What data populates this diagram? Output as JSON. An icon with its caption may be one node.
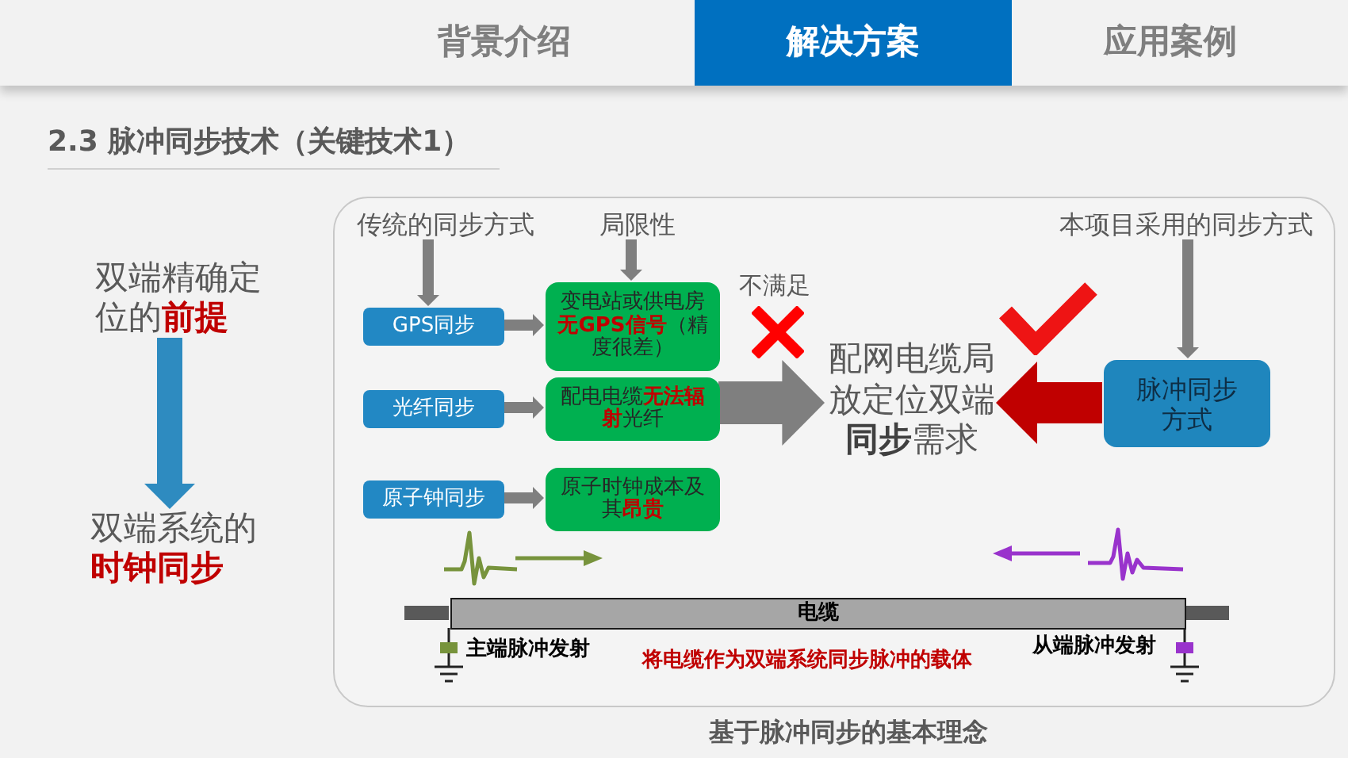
{
  "diagram": {
    "title": "2.3 脉冲同步技术（关键技术1）",
    "caption": "基于脉冲同步的基本理念",
    "nodes": [
      {
        "text": [],
        "shape": "box"
      },
      {
        "text": [
          "双端精确定位的**前提**"
        ]
      },
      {
        "text": [
          "双端系统的**时钟同步**"
        ]
      },
      {
        "text": [
          "传统的同步方式"
        ],
        "in": 0
      },
      {
        "text": [
          "局限性"
        ],
        "in": 0
      },
      {
        "text": [
          "GPS同步"
        ],
        "in": 0
      },
      {
        "text": [
          "变电站或供电房**无GPS信号**（精度很差）"
        ],
        "in": 0
      },
      {
        "text": [
          "光纤同步"
        ],
        "in": 0
      },
      {
        "text": [
          "配电电缆**无法辐射**光纤"
        ],
        "in": 0
      },
      {
        "text": [
          "原子钟同步"
        ],
        "in": 0
      },
      {
        "text": [
          "原子时钟成本及其**昂贵**"
        ],
        "in": 0
      },
      {
        "text": [
          "配网电缆局放定位双端**同步**需求"
        ],
        "in": 0
      },
      {
        "text": [
          "本项目采用的同步方式"
        ],
        "in": 0
      },
      {
        "text": [
          "脉冲同步方式"
        ],
        "in": 0
      },
      {
        "text": [
          "电缆"
        ],
        "in": 0
      }
    ],
    "edges": [
      {
        "from": 1,
        "to": 2,
        "arrow": "to",
        "style": "thick",
        "color": "#2e8bc0"
      },
      {
        "from": 3,
        "to": 5,
        "arrow": "to"
      },
      {
        "from": 4,
        "to": 6,
        "arrow": "to"
      },
      {
        "from": 5,
        "to": 6,
        "arrow": "to"
      },
      {
        "from": 7,
        "to": 8,
        "arrow": "to"
      },
      {
        "from": 9,
        "to": 10,
        "arrow": "to"
      },
      {
        "from": 8,
        "to": 11,
        "arrow": "to",
        "style": "thick"
      },
      {
        "from": 12,
        "to": 13,
        "arrow": "to"
      },
      {
        "from": 13,
        "to": 11,
        "arrow": "to",
        "style": "thick",
        "color": "#c00000"
      }
    ],
    "labels": [
      "背景介绍",
      "解决方案",
      "应用案例",
      "不满足",
      "主端脉冲发射",
      "将电缆作为双端系统同步脉冲的载体",
      "从端脉冲发射"
    ]
  }
}
